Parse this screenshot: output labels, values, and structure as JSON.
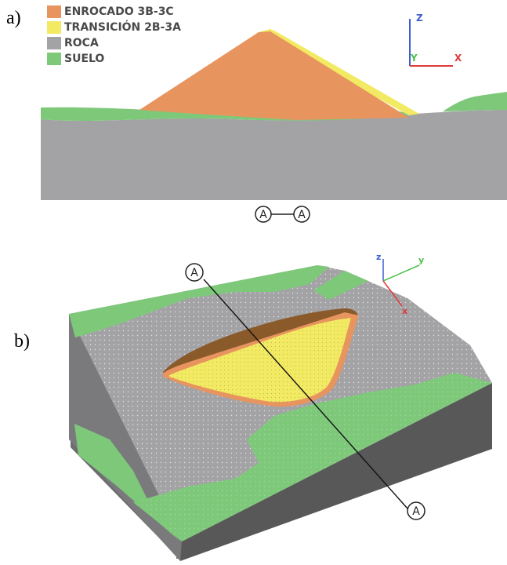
{
  "panels": {
    "a_label": "a)",
    "b_label": "b)"
  },
  "legend": [
    {
      "label": "ENROCADO 3B-3C",
      "color": "#e8945f"
    },
    {
      "label": "TRANSICIÓN 2B-3A",
      "color": "#f2ea62"
    },
    {
      "label": "ROCA",
      "color": "#a3a3a6"
    },
    {
      "label": "SUELO",
      "color": "#7ec87a"
    }
  ],
  "section_axes": {
    "z": "Z",
    "y": "Y",
    "x": "X"
  },
  "section_marker": {
    "left": "A",
    "right": "A"
  },
  "view3d_axes": {
    "z": "z",
    "y": "y",
    "x": "x"
  },
  "cut_line": {
    "top_label": "A",
    "bottom_label": "A"
  },
  "colors": {
    "rock": "#a3a3a6",
    "rock_dark": "#6d6d70",
    "soil": "#7ec87a",
    "fill": "#e8945f",
    "transition": "#f2ea62",
    "crest": "#8b5a2b",
    "axis_z": "#3b5fd0",
    "axis_y": "#4cc14a",
    "axis_x": "#e03a3a"
  }
}
